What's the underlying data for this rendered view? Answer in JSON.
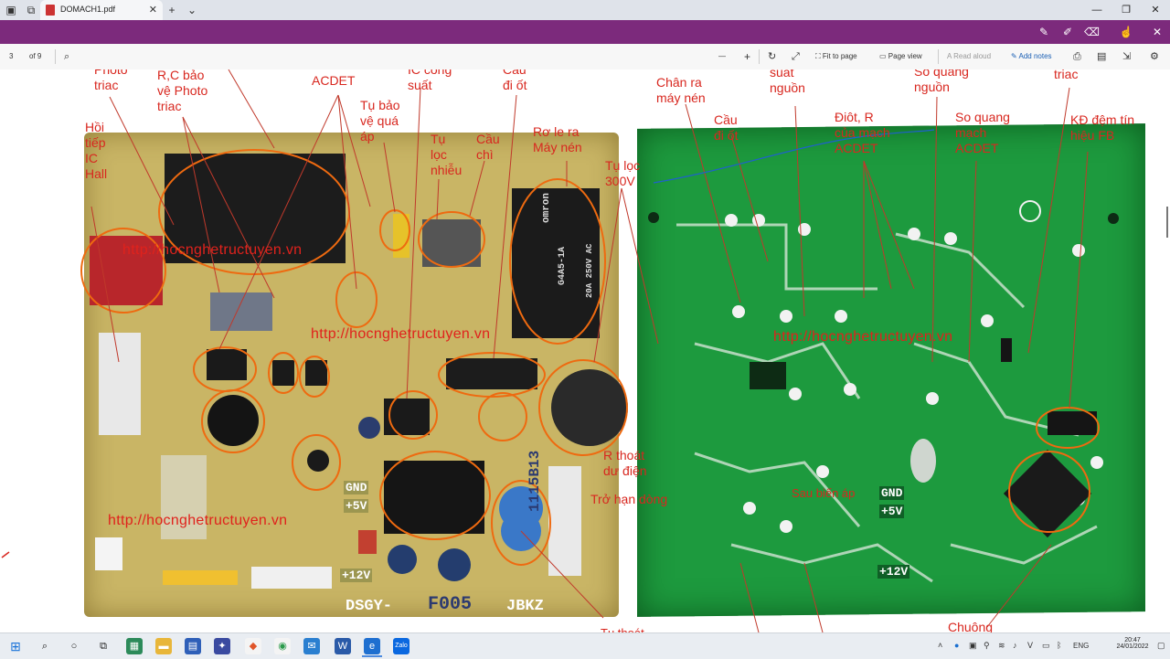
{
  "tabbar": {
    "tab_title": "DOMACH1.pdf",
    "close": "✕",
    "new_tab": "+",
    "tab_menu": "⌄"
  },
  "window": {
    "minimize": "—",
    "maximize": "❐",
    "close": "✕"
  },
  "toolbar": {
    "page_number": "3",
    "page_total": "of 9",
    "zoom_out": "—",
    "zoom_in": "+",
    "fit_to_page": "Fit to page",
    "page_view": "Page view",
    "read_aloud": "Read aloud",
    "add_notes": "Add notes"
  },
  "colors": {
    "annotation_red": "#d8271f",
    "pdf_purple": "#7c2a7c",
    "ink_blue": "#1f5fd0",
    "board_yellow": "#c9b565",
    "board_green": "#1d9a3e"
  },
  "annotations": [
    {
      "text": "Photo\ntriac"
    },
    {
      "text": "R,C bảo\nvệ Photo\ntriac"
    },
    {
      "text": "ACDET"
    },
    {
      "text": "IC công\nsuất"
    },
    {
      "text": "Cầu\nđi ốt"
    },
    {
      "text": "Hồi\ntiếp\nIC\nHall"
    },
    {
      "text": "Tụ bảo\nvệ quá\náp"
    },
    {
      "text": "Tụ\nlọc\nnhiễu"
    },
    {
      "text": "Cầu\nchì"
    },
    {
      "text": "Rơ le ra\nMáy nén"
    },
    {
      "text": "Tụ lọc\n300V"
    },
    {
      "text": "Chân ra\nmáy nén"
    },
    {
      "text": "Cầu\nđi ốt"
    },
    {
      "text": "suất\nnguồn"
    },
    {
      "text": "Điôt, R\ncủa mạch\nACDET"
    },
    {
      "text": "So quang\nnguồn"
    },
    {
      "text": "So quang\nmạch\nACDET"
    },
    {
      "text": "triac"
    },
    {
      "text": "KĐ đệm tín\nhiệu FB"
    },
    {
      "text": "R thoát\ndư điện"
    },
    {
      "text": "Trở hạn dòng"
    },
    {
      "text": "Sau biến áp"
    },
    {
      "text": "Chuông"
    },
    {
      "text": "Tụ thoát"
    }
  ],
  "watermarks": [
    "http://hocnghetructuyen.vn",
    "http://hocnghetructuyen.vn",
    "http://hocnghetructuyen.vn",
    "http://hocnghetructuyen.vn"
  ],
  "silkscreen": {
    "gnd_left": "GND",
    "v5_left": "+5V",
    "v12_left": "+12V",
    "model": "DSGY-",
    "code": "F005",
    "suffix": "JBKZ",
    "vertical": "1115B13",
    "gnd_right": "GND",
    "v5_right": "+5V",
    "v12_right": "+12V",
    "relay_brand": "omron",
    "relay_model": "G4A5-1A",
    "relay_rating": "20A 250V AC"
  },
  "taskbar": {
    "apps": [
      "start",
      "search",
      "cortana",
      "task-view",
      "calculator",
      "file-explorer",
      "calendar",
      "photos",
      "paint",
      "chrome",
      "mail",
      "word",
      "edge",
      "zalo"
    ],
    "language": "ENG",
    "time": "20:47",
    "date": "24/01/2022"
  }
}
